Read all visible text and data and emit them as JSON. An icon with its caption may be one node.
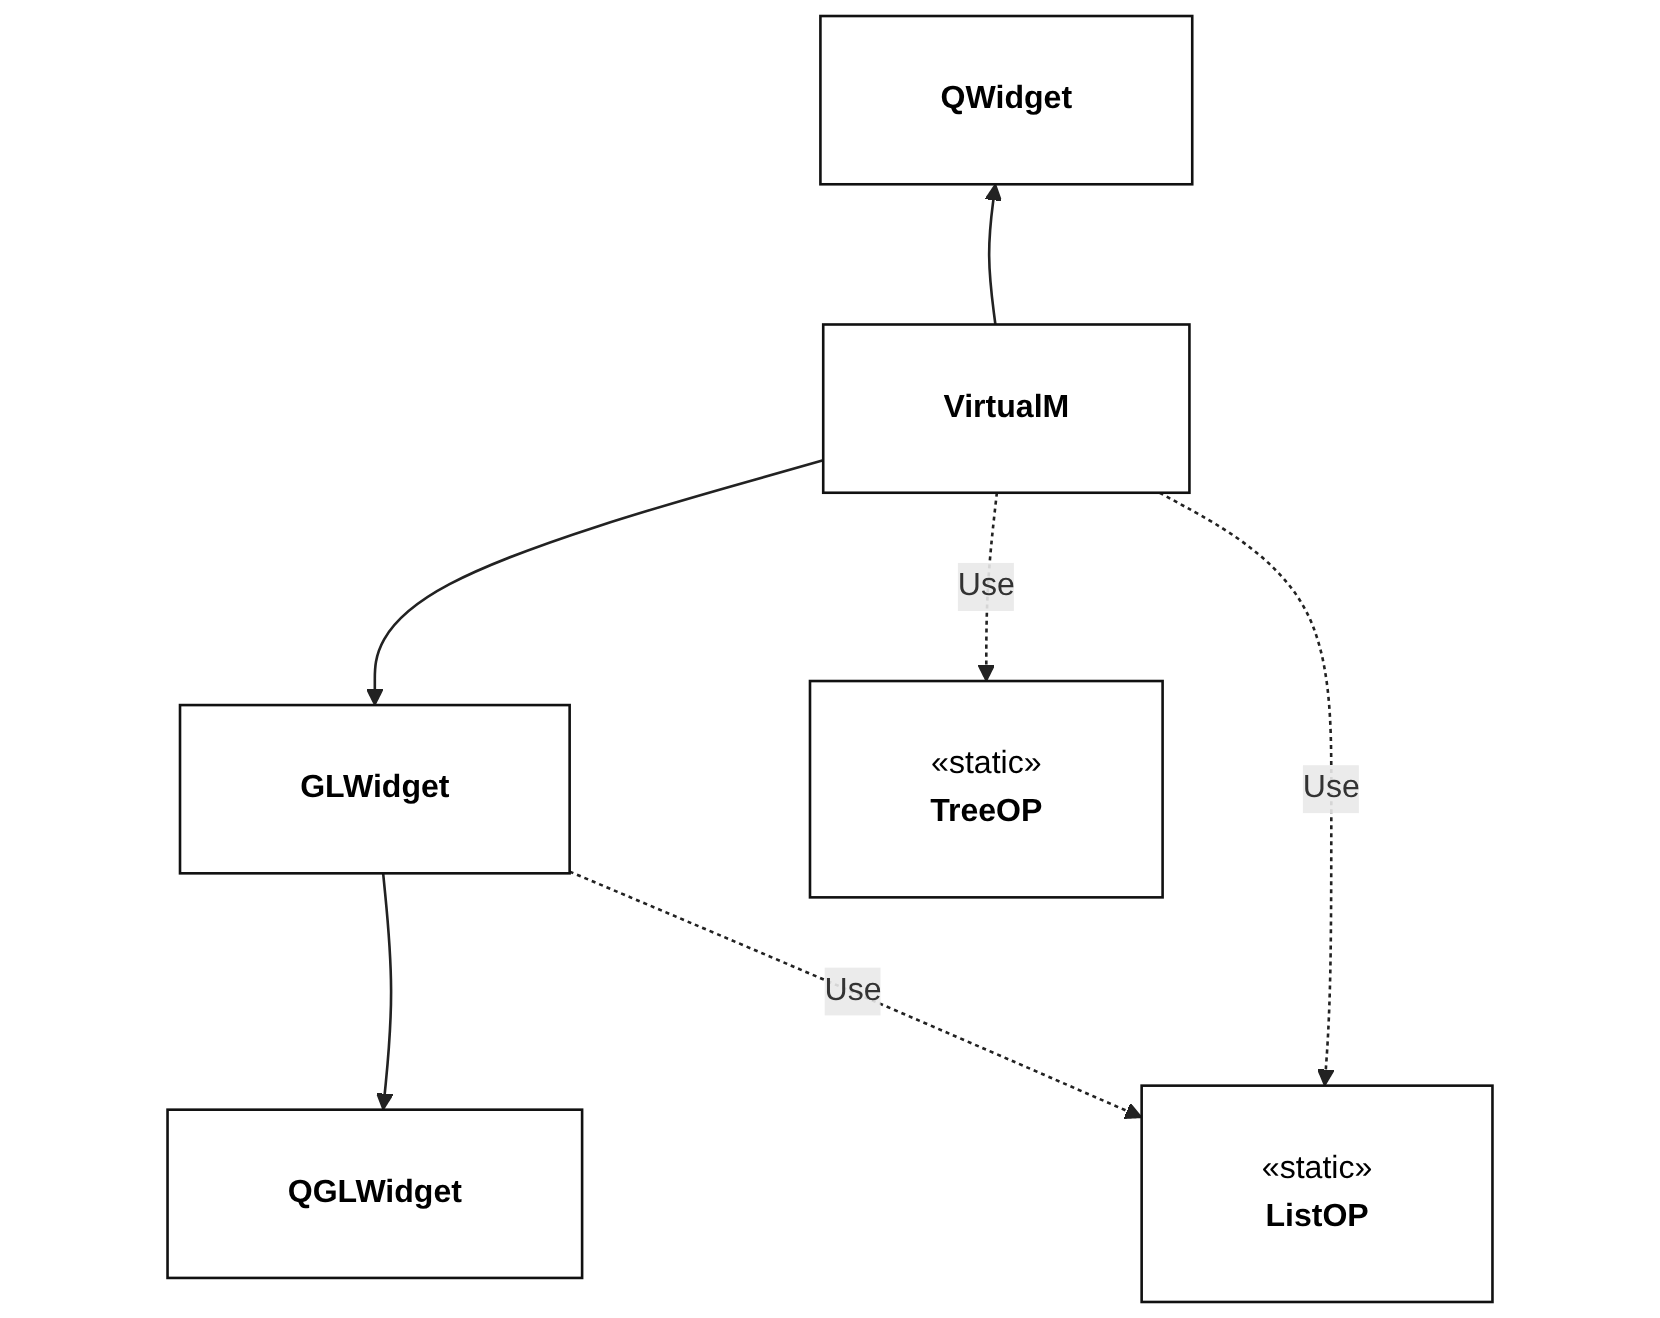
{
  "diagram": {
    "nodes": [
      {
        "text": [
          "QWidget"
        ]
      },
      {
        "text": [
          "QGLWidget"
        ]
      },
      {
        "text": [
          "VirtualM"
        ]
      },
      {
        "text": [
          "GLWidget"
        ]
      },
      {
        "text": [
          "«static»",
          "TreeOP"
        ]
      },
      {
        "text": [
          "«static»",
          "ListOP"
        ]
      }
    ],
    "edges": [
      {
        "from": 2,
        "to": 0,
        "arrow": "to"
      },
      {
        "from": 3,
        "to": 1,
        "arrow": "to"
      },
      {
        "from": 2,
        "to": 3,
        "arrow": "to"
      },
      {
        "from": 2,
        "to": 4,
        "arrow": "to",
        "style": "dashed",
        "label": "Use"
      },
      {
        "from": 2,
        "to": 5,
        "arrow": "to",
        "style": "dashed",
        "label": "Use"
      },
      {
        "from": 3,
        "to": 5,
        "arrow": "to",
        "style": "dashed",
        "label": "Use"
      }
    ]
  }
}
